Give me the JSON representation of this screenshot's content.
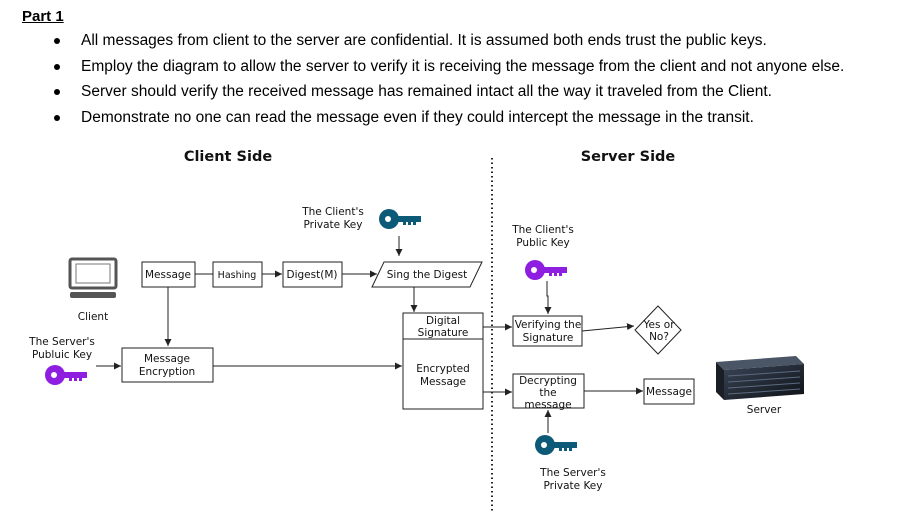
{
  "heading": "Part 1",
  "bullets": [
    "All messages from client to the server are confidential. It is assumed both ends trust the public keys.",
    "Employ the diagram to allow the server to verify it is receiving the message from the client and not anyone else.",
    "Server should verify the received message has remained intact all the way it traveled from the Client.",
    "Demonstrate no one can read the message even if they could intercept the message in the transit."
  ],
  "diagram": {
    "client_side_title": "Client Side",
    "server_side_title": "Server Side",
    "client_label": "Client",
    "server_label": "Server",
    "client_private_key": [
      "The Client's",
      "Private Key"
    ],
    "client_public_key": [
      "The Client's",
      "Public Key"
    ],
    "server_public_key": [
      "The Server's",
      "Publuic Key"
    ],
    "server_private_key": [
      "The Server's",
      "Private Key"
    ],
    "nodes": {
      "message": "Message",
      "hashing": "Hashing",
      "digest": "Digest(M)",
      "sign_digest": "Sing the Digest",
      "message_encryption": [
        "Message",
        "Encryption"
      ],
      "digital_signature": [
        "Digital",
        "Signature"
      ],
      "encrypted_message": [
        "Encrypted",
        "Message"
      ],
      "verifying_signature": [
        "Verifying the",
        "Signature"
      ],
      "yes_no": [
        "Yes or",
        "No?"
      ],
      "decrypting_message": [
        "Decrypting",
        "the",
        "message"
      ],
      "output_message": "Message"
    },
    "colors": {
      "client_private_key": "#0d5a78",
      "client_public_key": "#8e1ee0",
      "server_public_key": "#8e1ee0",
      "server_private_key": "#0d5a78"
    }
  }
}
